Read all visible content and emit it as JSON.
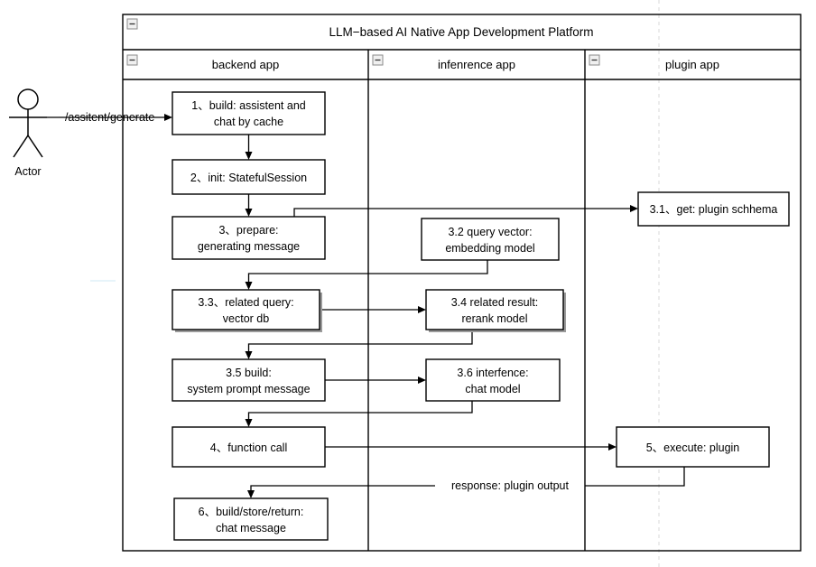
{
  "diagram": {
    "type": "swimlane-flowchart",
    "pool_title": "LLM−based AI Native App Development Platform",
    "lanes": [
      {
        "id": "backend",
        "label": "backend app"
      },
      {
        "id": "inference",
        "label": "infenrence app"
      },
      {
        "id": "plugin",
        "label": "plugin app"
      }
    ],
    "actor": {
      "label": "Actor",
      "request_label": "−/assitent/generate"
    },
    "nodes": [
      {
        "id": "n1",
        "lane": "backend",
        "line1": "1、build: assistent and",
        "line2": "chat by cache"
      },
      {
        "id": "n2",
        "lane": "backend",
        "line1": "2、init: StatefulSession",
        "line2": ""
      },
      {
        "id": "n3",
        "lane": "backend",
        "line1": "3、prepare:",
        "line2": "generating message"
      },
      {
        "id": "n31",
        "lane": "plugin",
        "line1": "3.1、get: plugin schhema",
        "line2": ""
      },
      {
        "id": "n32",
        "lane": "inference",
        "line1": "3.2 query vector:",
        "line2": "embedding model"
      },
      {
        "id": "n33",
        "lane": "backend",
        "line1": "3.3、related query:",
        "line2": "vector db"
      },
      {
        "id": "n34",
        "lane": "inference",
        "line1": "3.4 related result:",
        "line2": "rerank model"
      },
      {
        "id": "n35",
        "lane": "backend",
        "line1": "3.5 build:",
        "line2": "system prompt message"
      },
      {
        "id": "n36",
        "lane": "inference",
        "line1": "3.6 interfence:",
        "line2": "chat model"
      },
      {
        "id": "n4",
        "lane": "backend",
        "line1": "4、function call",
        "line2": ""
      },
      {
        "id": "n5",
        "lane": "plugin",
        "line1": "5、execute: plugin",
        "line2": ""
      },
      {
        "id": "n6",
        "lane": "backend",
        "line1": "6、build/store/return:",
        "line2": "chat message"
      }
    ],
    "edge_labels": [
      {
        "id": "e_response",
        "text": "response: plugin output"
      }
    ],
    "colors": {
      "stroke": "#000000",
      "fill": "#ffffff",
      "shadow": "#9a9a9a",
      "guide": "#d8d8d8",
      "collapse_icon_fill": "#f0f0f0"
    }
  }
}
